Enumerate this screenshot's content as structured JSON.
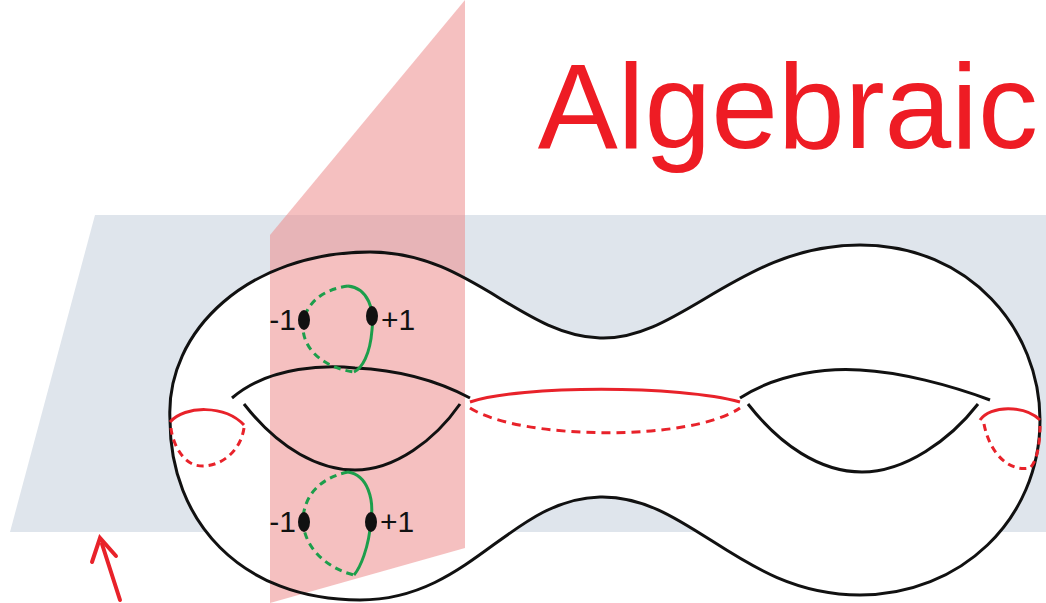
{
  "diagram": {
    "title": "Algebraic",
    "labels": [
      "-1",
      "+1",
      "-1",
      "+1"
    ]
  }
}
